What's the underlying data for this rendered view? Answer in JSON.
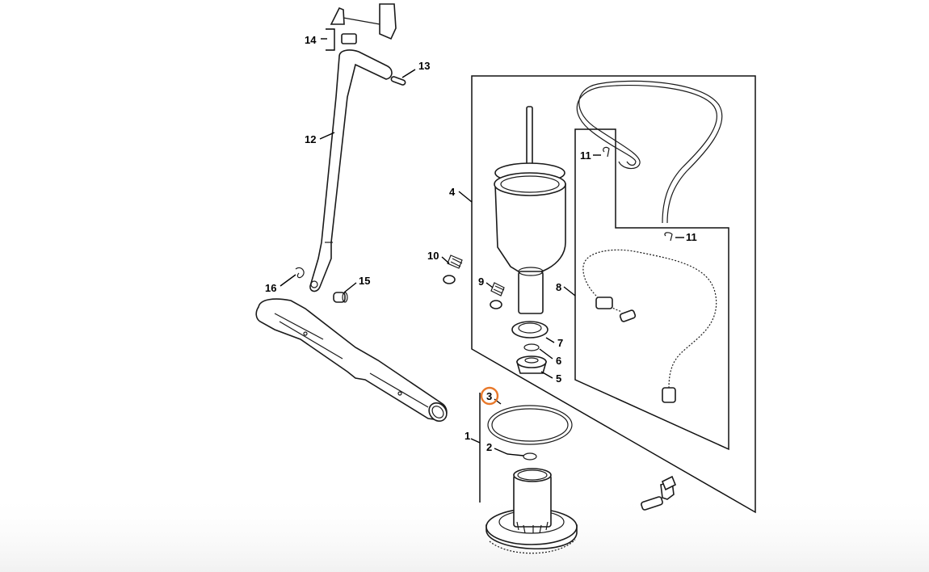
{
  "diagram": {
    "callouts": [
      {
        "id": "1",
        "label": "1"
      },
      {
        "id": "2",
        "label": "2"
      },
      {
        "id": "3",
        "label": "3",
        "highlighted": true
      },
      {
        "id": "4",
        "label": "4"
      },
      {
        "id": "5",
        "label": "5"
      },
      {
        "id": "6",
        "label": "6"
      },
      {
        "id": "7",
        "label": "7"
      },
      {
        "id": "8",
        "label": "8"
      },
      {
        "id": "9",
        "label": "9"
      },
      {
        "id": "10",
        "label": "10"
      },
      {
        "id": "11a",
        "label": "11"
      },
      {
        "id": "11b",
        "label": "11"
      },
      {
        "id": "12",
        "label": "12"
      },
      {
        "id": "13",
        "label": "13"
      },
      {
        "id": "14",
        "label": "14"
      },
      {
        "id": "15",
        "label": "15"
      },
      {
        "id": "16",
        "label": "16"
      }
    ],
    "colors": {
      "line": "#1a1a1a",
      "highlight": "#e8782a",
      "background": "#ffffff"
    }
  }
}
